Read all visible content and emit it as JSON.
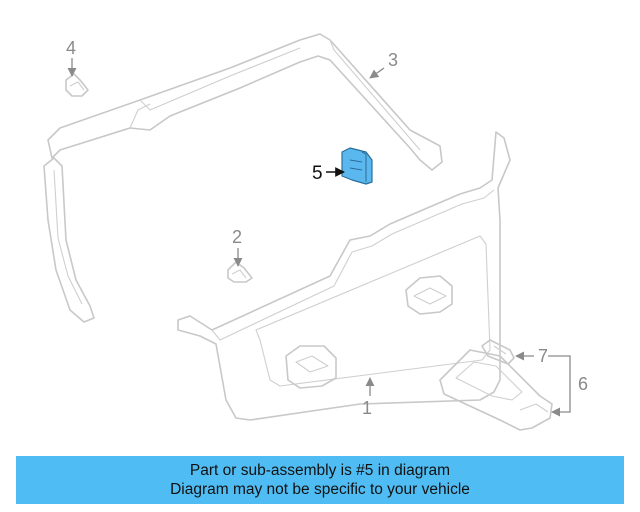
{
  "diagram": {
    "callouts": [
      {
        "id": "1",
        "label": "1"
      },
      {
        "id": "2",
        "label": "2"
      },
      {
        "id": "3",
        "label": "3"
      },
      {
        "id": "4",
        "label": "4"
      },
      {
        "id": "5",
        "label": "5"
      },
      {
        "id": "6",
        "label": "6"
      },
      {
        "id": "7",
        "label": "7"
      }
    ],
    "highlighted_part": "5",
    "colors": {
      "highlight": "#5bb8ee",
      "banner": "#4fbdf3",
      "line_art": "#c8c8c8"
    }
  },
  "banner": {
    "line1": "Part or sub-assembly is #5 in diagram",
    "line2": "Diagram may not be specific to your vehicle"
  }
}
